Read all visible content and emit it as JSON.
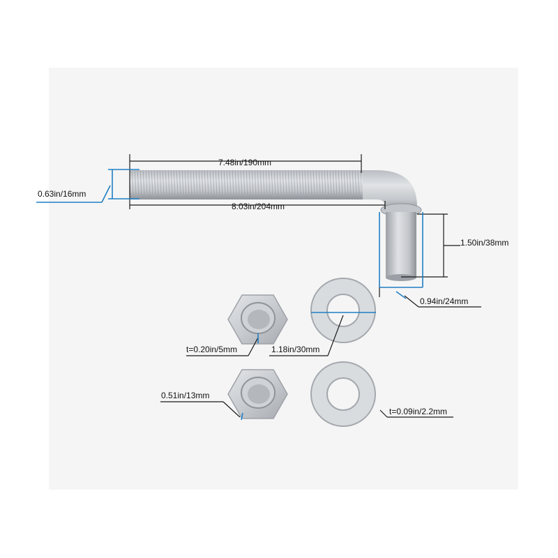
{
  "dimensions": {
    "rod_diameter": "0.63in/16mm",
    "thread_length": "7.48in/190mm",
    "total_length": "8.03in/204mm",
    "pin_length": "1.50in/38mm",
    "pin_diameter": "0.94in/24mm",
    "nut_thickness": "t=0.20in/5mm",
    "washer_outer_diameter": "1.18in/30mm",
    "nut_width": "0.51in/13mm",
    "washer_thickness": "t=0.09in/2.2mm"
  },
  "colors": {
    "background": "#f5f5f5",
    "dimension_line": "#1a1a1a",
    "accent_line": "#1f7fc4",
    "metal": "#c9ccd0",
    "metal_dark": "#9ea2a8"
  }
}
